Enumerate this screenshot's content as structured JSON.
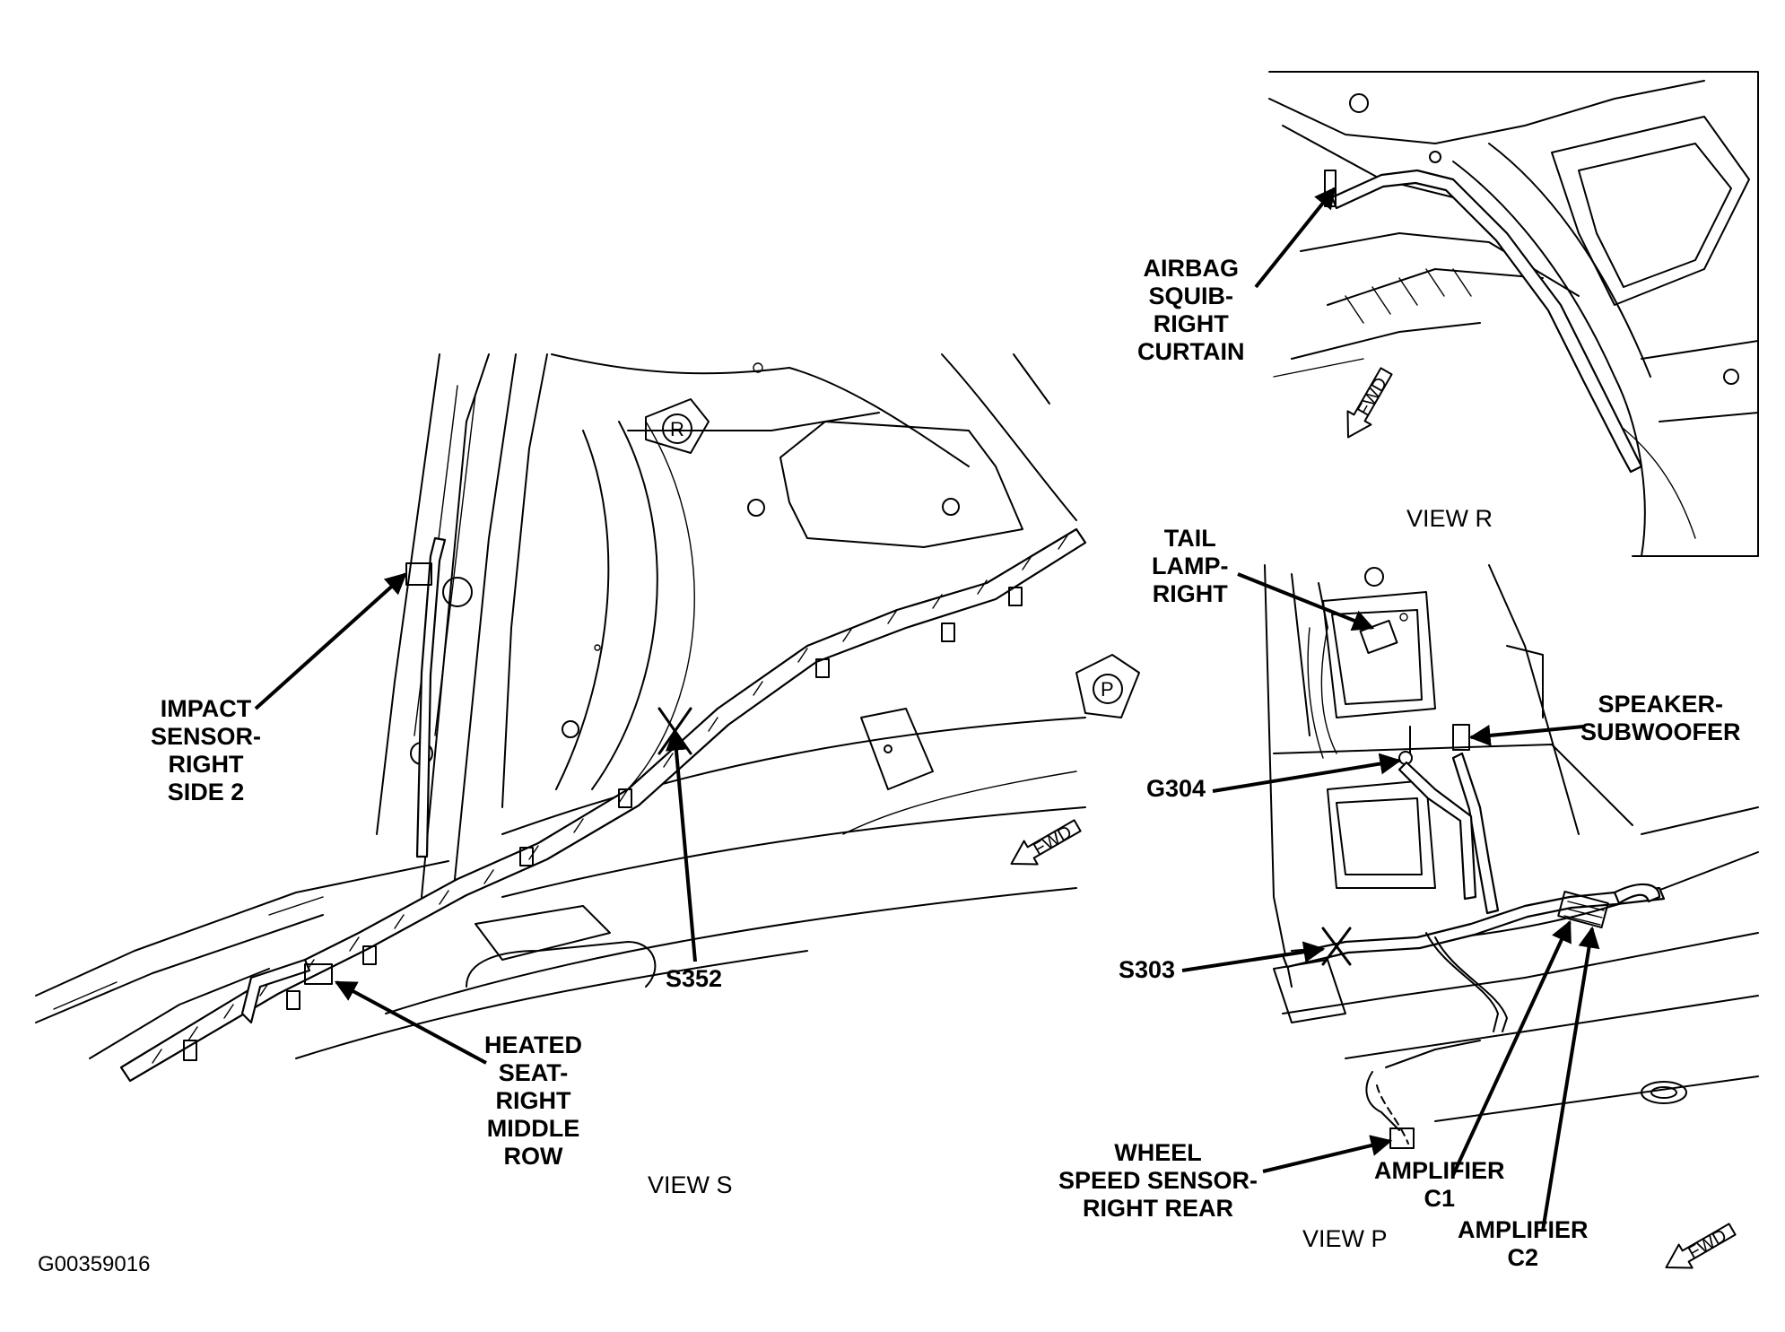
{
  "figure_id": "G00359016",
  "views": {
    "view_s": {
      "title": "VIEW S",
      "badge_r": "R",
      "badge_p": "P",
      "fwd": "FWD",
      "callouts": {
        "impact_sensor": [
          "IMPACT",
          "SENSOR-",
          "RIGHT",
          "SIDE 2"
        ],
        "s352": [
          "S352"
        ],
        "heated_seat": [
          "HEATED",
          "SEAT-",
          "RIGHT",
          "MIDDLE",
          "ROW"
        ]
      }
    },
    "view_r": {
      "title": "VIEW R",
      "fwd": "FWD",
      "callouts": {
        "airbag_squib": [
          "AIRBAG",
          "SQUIB-",
          "RIGHT",
          "CURTAIN"
        ]
      }
    },
    "view_p": {
      "title": "VIEW P",
      "fwd": "FWD",
      "callouts": {
        "tail_lamp": [
          "TAIL",
          "LAMP-",
          "RIGHT"
        ],
        "speaker": [
          "SPEAKER-",
          "SUBWOOFER"
        ],
        "g304": [
          "G304"
        ],
        "s303": [
          "S303"
        ],
        "wheel_speed": [
          "WHEEL",
          "SPEED SENSOR-",
          "RIGHT REAR"
        ],
        "amp_c1": [
          "AMPLIFIER",
          "C1"
        ],
        "amp_c2": [
          "AMPLIFIER",
          "C2"
        ]
      }
    }
  }
}
